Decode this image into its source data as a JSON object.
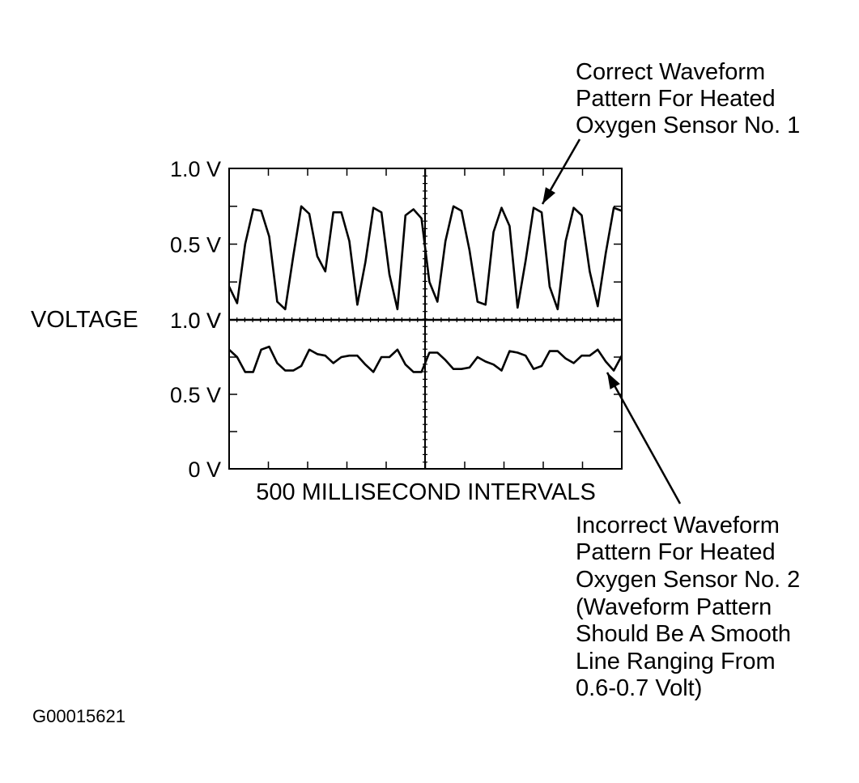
{
  "chart_data": [
    {
      "type": "line",
      "ylabel": "VOLTAGE",
      "ylim": [
        0,
        1.0
      ],
      "yticks": [
        "0 V",
        "0.5 V",
        "1.0 V"
      ],
      "xlabel": "500 MILLISECOND INTERVALS",
      "grid": false,
      "annotation": [
        "Correct Waveform",
        "Pattern For Heated",
        "Oxygen Sensor No. 1"
      ],
      "series": [
        {
          "y": [
            0.22,
            0.11,
            0.5,
            0.73,
            0.72,
            0.55,
            0.12,
            0.07,
            0.42,
            0.75,
            0.7,
            0.42,
            0.32,
            0.71,
            0.71,
            0.52,
            0.1,
            0.38,
            0.74,
            0.71,
            0.3,
            0.07,
            0.69,
            0.73,
            0.67,
            0.25,
            0.12,
            0.52,
            0.75,
            0.72,
            0.46,
            0.12,
            0.1,
            0.58,
            0.74,
            0.62,
            0.08,
            0.39,
            0.74,
            0.71,
            0.22,
            0.07,
            0.52,
            0.74,
            0.69,
            0.32,
            0.09,
            0.44,
            0.74,
            0.72
          ]
        }
      ]
    },
    {
      "type": "line",
      "ylim": [
        0,
        1.0
      ],
      "yticks": [
        "0 V",
        "0.5 V",
        "1.0 V"
      ],
      "grid": false,
      "annotation": [
        "Incorrect Waveform",
        "Pattern For Heated",
        "Oxygen Sensor No. 2",
        "(Waveform Pattern",
        "Should Be A Smooth",
        "Line Ranging From",
        "0.6-0.7 Volt)"
      ],
      "series": [
        {
          "y": [
            0.8,
            0.75,
            0.65,
            0.65,
            0.8,
            0.82,
            0.71,
            0.66,
            0.66,
            0.69,
            0.8,
            0.77,
            0.76,
            0.71,
            0.75,
            0.76,
            0.76,
            0.7,
            0.65,
            0.75,
            0.75,
            0.8,
            0.7,
            0.65,
            0.65,
            0.78,
            0.78,
            0.73,
            0.67,
            0.67,
            0.68,
            0.75,
            0.72,
            0.7,
            0.66,
            0.79,
            0.78,
            0.76,
            0.67,
            0.69,
            0.79,
            0.79,
            0.74,
            0.71,
            0.76,
            0.76,
            0.8,
            0.72,
            0.66,
            0.76
          ]
        }
      ]
    }
  ],
  "figure_id": "G00015621"
}
